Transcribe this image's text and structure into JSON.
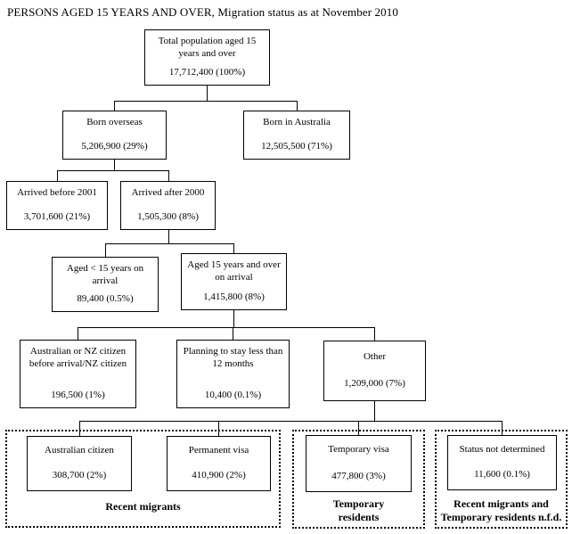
{
  "title": "PERSONS AGED 15 YEARS AND OVER, Migration status as at November 2010",
  "nodes": [
    {
      "id": "total-population",
      "label": "Total population aged 15\nyears and over",
      "value": "17,712,400 (100%)",
      "parent": null
    },
    {
      "id": "born-overseas",
      "label": "Born overseas",
      "value": "5,206,900 (29%)",
      "parent": "total-population"
    },
    {
      "id": "born-in-australia",
      "label": "Born in Australia",
      "value": "12,505,500 (71%)",
      "parent": "total-population"
    },
    {
      "id": "arrived-before-2001",
      "label": "Arrived before 2001",
      "value": "3,701,600 (21%)",
      "parent": "born-overseas"
    },
    {
      "id": "arrived-after-2000",
      "label": "Arrived after 2000",
      "value": "1,505,300 (8%)",
      "parent": "born-overseas"
    },
    {
      "id": "aged-under-15-on-arrival",
      "label": "Aged < 15 years on\narrival",
      "value": "89,400 (0.5%)",
      "parent": "arrived-after-2000"
    },
    {
      "id": "aged-15-and-over-on-arrival",
      "label": "Aged 15 years and over\non arrival",
      "value": "1,415,800 (8%)",
      "parent": "arrived-after-2000"
    },
    {
      "id": "australian-or-nz-citizen",
      "label": "Australian or NZ citizen\nbefore arrival/NZ citizen",
      "value": "196,500 (1%)",
      "parent": "aged-15-and-over-on-arrival"
    },
    {
      "id": "planning-to-stay-less-than-12-months",
      "label": "Planning to stay less than\n12 months",
      "value": "10,400 (0.1%)",
      "parent": "aged-15-and-over-on-arrival"
    },
    {
      "id": "other",
      "label": "Other",
      "value": "1,209,000 (7%)",
      "parent": "aged-15-and-over-on-arrival"
    },
    {
      "id": "australian-citizen",
      "label": "Australian citizen",
      "value": "308,700 (2%)",
      "parent": "other"
    },
    {
      "id": "permanent-visa",
      "label": "Permanent visa",
      "value": "410,900 (2%)",
      "parent": "other"
    },
    {
      "id": "temporary-visa",
      "label": "Temporary visa",
      "value": "477,800 (3%)",
      "parent": "other"
    },
    {
      "id": "status-not-determined",
      "label": "Status not determined",
      "value": "11,600 (0.1%)",
      "parent": "other"
    }
  ],
  "groups": [
    {
      "id": "recent-migrants",
      "label": "Recent migrants",
      "members": [
        "australian-citizen",
        "permanent-visa"
      ]
    },
    {
      "id": "temporary-residents",
      "label": "Temporary\nresidents",
      "members": [
        "temporary-visa"
      ]
    },
    {
      "id": "recent-migrants-and-temporary-residents-nfd",
      "label": "Recent migrants and\nTemporary residents n.f.d.",
      "members": [
        "status-not-determined"
      ]
    }
  ],
  "colors": {
    "line": "#000000",
    "background": "#ffffff",
    "text": "#000000"
  }
}
